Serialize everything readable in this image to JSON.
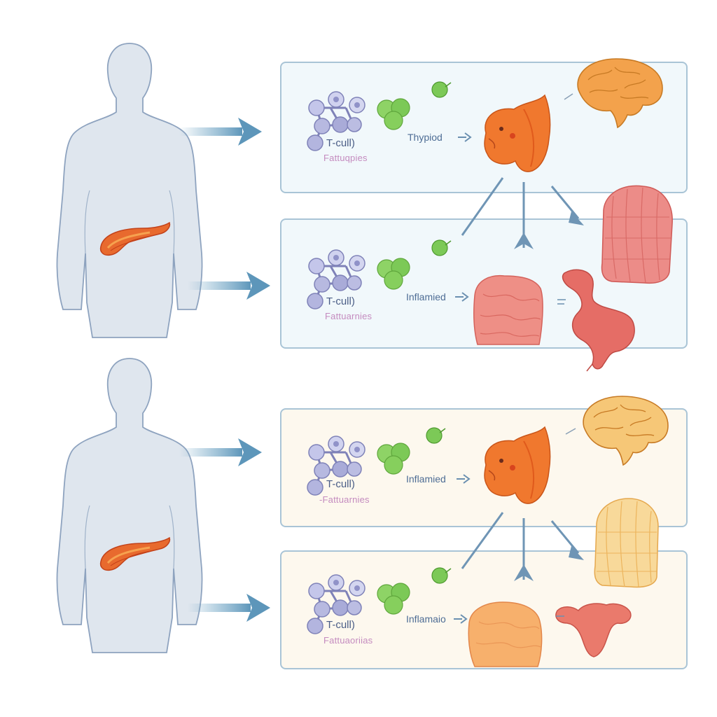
{
  "rows": [
    {
      "cell_label": "T-cull)",
      "cell_sublabel": "Fattuqpies",
      "organ_label": "Thypiod"
    },
    {
      "cell_label": "T-cull)",
      "cell_sublabel": "Fattuarnies",
      "organ_label": "Inflamied"
    },
    {
      "cell_label": "T-cull)",
      "cell_sublabel": "-Fattuarnies",
      "organ_label": "Inflamied"
    },
    {
      "cell_label": "T-cull)",
      "cell_sublabel": "Fattuaoriias",
      "organ_label": "Inflamaio"
    }
  ],
  "colors": {
    "body_silhouette": "#dfe6ee",
    "body_outline": "#8ea3bf",
    "arrow": "#6fa4c4",
    "t_cell": "#b7b9e0",
    "green_cell": "#7cc957",
    "pancreas": "#e4572a",
    "thyroid_orange": "#f0782e",
    "tissue_red": "#ea7c78",
    "brain_orange": "#f3a24c",
    "brain_yellow": "#f6c777"
  }
}
